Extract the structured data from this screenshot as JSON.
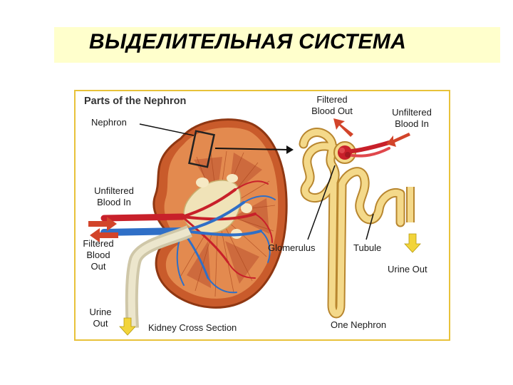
{
  "title": "ВЫДЕЛИТЕЛЬНАЯ СИСТЕМА",
  "figure": {
    "heading": "Parts of the Nephron",
    "labels": {
      "nephron": "Nephron",
      "unfiltered_left_1": "Unfiltered",
      "unfiltered_left_2": "Blood In",
      "filtered_left_1": "Filtered",
      "filtered_left_2": "Blood",
      "filtered_left_3": "Out",
      "urine_left_1": "Urine",
      "urine_left_2": "Out",
      "kidney_cross_section": "Kidney Cross Section",
      "filtered_top_1": "Filtered",
      "filtered_top_2": "Blood Out",
      "unfiltered_right_1": "Unfiltered",
      "unfiltered_right_2": "Blood In",
      "glomerulus": "Glomerulus",
      "tubule": "Tubule",
      "urine_out_right": "Urine Out",
      "one_nephron": "One Nephron"
    }
  },
  "colors": {
    "title_band": "#ffffcc",
    "frame_border": "#e8c23a",
    "kidney_cortex": "#e38a4f",
    "artery": "#c8202a",
    "vein": "#2f6fc7",
    "tubule": "#f4d98a",
    "flow_arrow": "#d2442a",
    "urine_arrow": "#f2d43a"
  }
}
